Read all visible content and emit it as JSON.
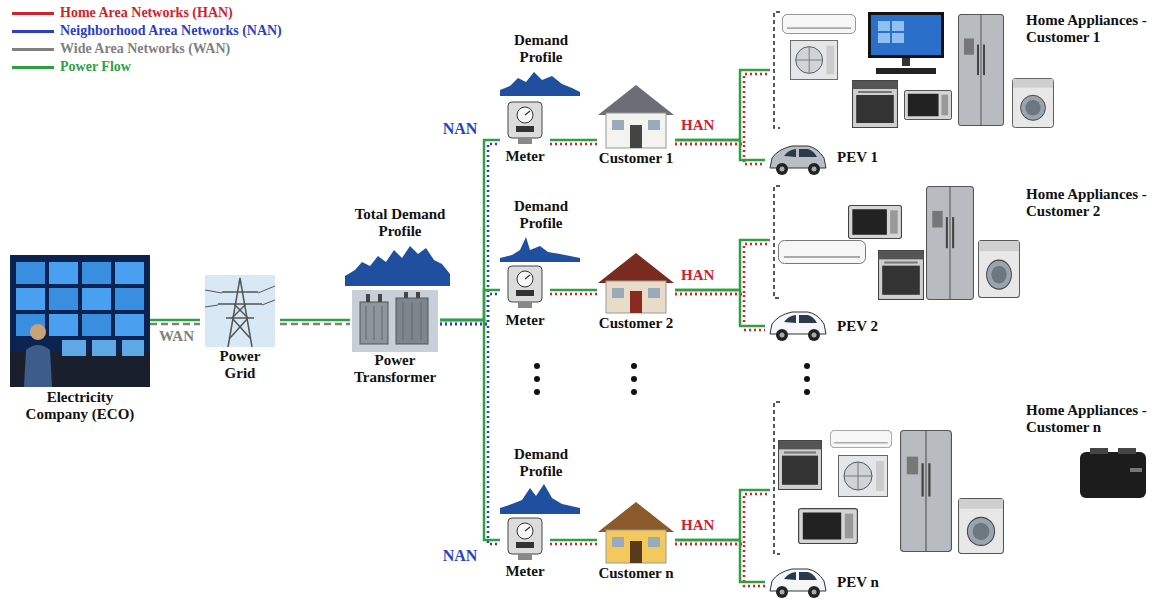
{
  "diagram": {
    "nodes": [
      {
        "text": [
          "Electricity Company (ECO)"
        ]
      },
      {
        "text": [
          "Power Grid"
        ]
      },
      {
        "text": [
          "Power Transformer"
        ]
      },
      {
        "text": [
          "Meter"
        ]
      },
      {
        "text": [
          "Customer 1"
        ]
      },
      {
        "text": [
          "PEV 1"
        ]
      },
      {
        "text": [
          "Home Appliances - Customer 1"
        ]
      },
      {
        "text": [
          "Meter"
        ]
      },
      {
        "text": [
          "Customer 2"
        ]
      },
      {
        "text": [
          "PEV 2"
        ]
      },
      {
        "text": [
          "Home Appliances -Customer 2"
        ]
      },
      {
        "text": [
          "Meter"
        ]
      },
      {
        "text": [
          "Customer n"
        ]
      },
      {
        "text": [
          "PEV n"
        ]
      },
      {
        "text": [
          "Home Appliances -Customer n"
        ]
      }
    ],
    "edges": [
      {
        "from": 0,
        "to": 1,
        "arrow": "none",
        "label": "WAN"
      },
      {
        "from": 1,
        "to": 2,
        "arrow": "none"
      },
      {
        "from": 2,
        "to": 3,
        "arrow": "none"
      },
      {
        "from": 2,
        "to": 7,
        "arrow": "none"
      },
      {
        "from": 2,
        "to": 11,
        "arrow": "none"
      },
      {
        "from": 3,
        "to": 4,
        "arrow": "none"
      },
      {
        "from": 4,
        "to": 6,
        "arrow": "none",
        "label": "HAN"
      },
      {
        "from": 4,
        "to": 5,
        "arrow": "none"
      },
      {
        "from": 7,
        "to": 8,
        "arrow": "none"
      },
      {
        "from": 8,
        "to": 10,
        "arrow": "none",
        "label": "HAN"
      },
      {
        "from": 8,
        "to": 9,
        "arrow": "none"
      },
      {
        "from": 11,
        "to": 12,
        "arrow": "none"
      },
      {
        "from": 12,
        "to": 14,
        "arrow": "none",
        "label": "HAN"
      },
      {
        "from": 12,
        "to": 13,
        "arrow": "none"
      }
    ],
    "labels": [
      "Total Demand Profile",
      "Demand Profile",
      "Demand Profile",
      "Demand Profile",
      "NAN",
      "NAN"
    ],
    "legend": [
      {
        "text": "Home Area Networks (HAN)",
        "color": "#d0232a"
      },
      {
        "text": "Neighborhood Area Networks (NAN)",
        "color": "#2b3fc4"
      },
      {
        "text": "Wide Area Networks (WAN)",
        "color": "#808080"
      },
      {
        "text": "Power Flow",
        "color": "#2ea043"
      }
    ]
  }
}
